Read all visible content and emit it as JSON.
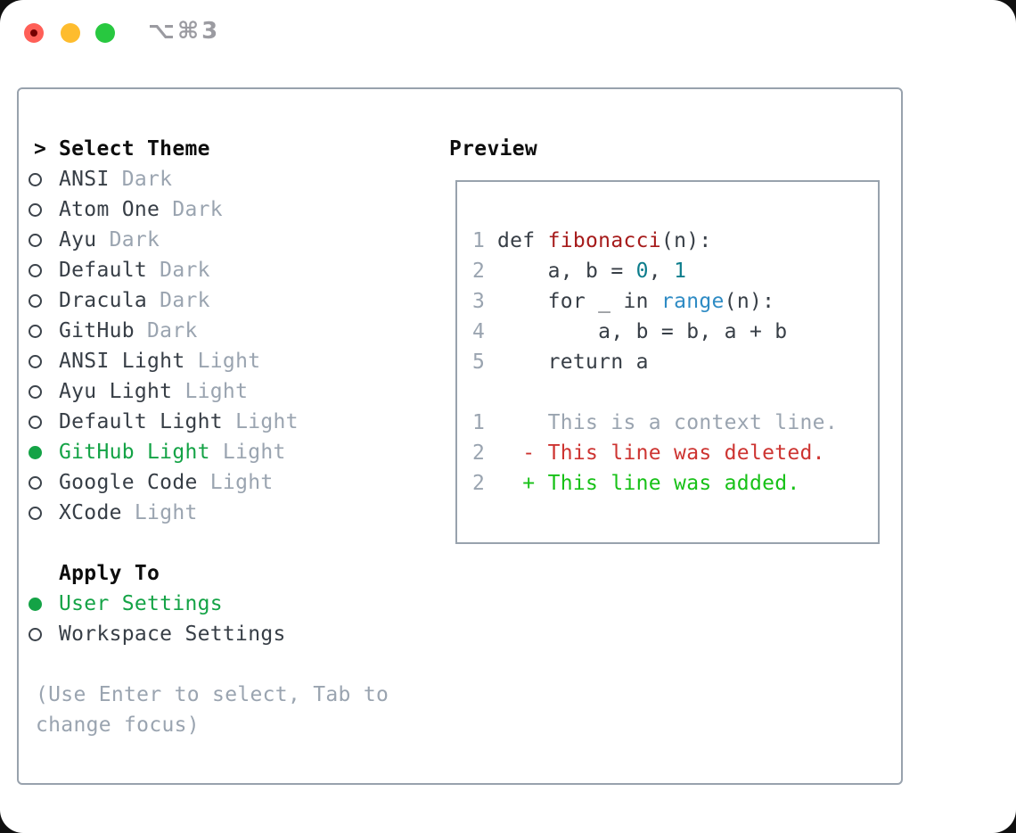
{
  "colors": {
    "page_bg": "#101010",
    "window_bg": "#ffffff",
    "border_gray": "#98a2ad",
    "text_dark": "#373e46",
    "header_black": "#0d0d0d",
    "muted_gray": "#9aa4b0",
    "select_green": "#14a346",
    "added_green": "#17c117",
    "deleted_red": "#cd3431",
    "func_red": "#a61b1b",
    "number_teal": "#0d7d8c",
    "builtin_blue": "#2e8bc4",
    "traffic_red": "#ff5f57",
    "traffic_red_dot": "#750000",
    "traffic_yellow": "#febc2e",
    "traffic_green": "#28c840",
    "title_gray": "#9b9ba1"
  },
  "titlebar": {
    "shortcut": "⌥⌘3"
  },
  "theme_picker": {
    "header": {
      "prefix": ">",
      "label": "Select Theme"
    },
    "themes": [
      {
        "name": "ANSI",
        "variant": "Dark",
        "selected": false
      },
      {
        "name": "Atom One",
        "variant": "Dark",
        "selected": false
      },
      {
        "name": "Ayu",
        "variant": "Dark",
        "selected": false
      },
      {
        "name": "Default",
        "variant": "Dark",
        "selected": false
      },
      {
        "name": "Dracula",
        "variant": "Dark",
        "selected": false
      },
      {
        "name": "GitHub",
        "variant": "Dark",
        "selected": false
      },
      {
        "name": "ANSI Light",
        "variant": "Light",
        "selected": false
      },
      {
        "name": "Ayu Light",
        "variant": "Light",
        "selected": false
      },
      {
        "name": "Default Light",
        "variant": "Light",
        "selected": false
      },
      {
        "name": "GitHub Light",
        "variant": "Light",
        "selected": true
      },
      {
        "name": "Google Code",
        "variant": "Light",
        "selected": false
      },
      {
        "name": "XCode",
        "variant": "Light",
        "selected": false
      }
    ],
    "apply_to": {
      "label": "Apply To",
      "options": [
        {
          "name": "User Settings",
          "selected": true
        },
        {
          "name": "Workspace Settings",
          "selected": false
        }
      ]
    },
    "hint_lines": [
      "(Use Enter to select, Tab to",
      "change focus)"
    ]
  },
  "preview": {
    "title": "Preview",
    "lines": [
      {
        "name": "code-line-1",
        "no": "1",
        "tokens": [
          {
            "t": "def ",
            "c": "plain"
          },
          {
            "t": "fibonacci",
            "c": "func"
          },
          {
            "t": "(n):",
            "c": "plain"
          }
        ]
      },
      {
        "name": "code-line-2",
        "no": "2",
        "tokens": [
          {
            "t": "    a, b = ",
            "c": "plain"
          },
          {
            "t": "0",
            "c": "num"
          },
          {
            "t": ", ",
            "c": "plain"
          },
          {
            "t": "1",
            "c": "num"
          }
        ]
      },
      {
        "name": "code-line-3",
        "no": "3",
        "tokens": [
          {
            "t": "    for _ in ",
            "c": "plain"
          },
          {
            "t": "range",
            "c": "builtin"
          },
          {
            "t": "(n):",
            "c": "plain"
          }
        ]
      },
      {
        "name": "code-line-4",
        "no": "4",
        "tokens": [
          {
            "t": "        a, b = b, a + b",
            "c": "plain"
          }
        ]
      },
      {
        "name": "code-line-5",
        "no": "5",
        "tokens": [
          {
            "t": "    return a",
            "c": "plain"
          }
        ]
      },
      {
        "name": "blank-line",
        "no": "",
        "tokens": []
      },
      {
        "name": "diff-context-line",
        "no": "1",
        "tokens": [
          {
            "t": "    This is a context line.",
            "c": "context"
          }
        ]
      },
      {
        "name": "diff-deleted-line",
        "no": "2",
        "tokens": [
          {
            "t": "  - This line was deleted.",
            "c": "deleted"
          }
        ]
      },
      {
        "name": "diff-added-line",
        "no": "2",
        "tokens": [
          {
            "t": "  + This line was added.",
            "c": "added"
          }
        ]
      }
    ]
  }
}
